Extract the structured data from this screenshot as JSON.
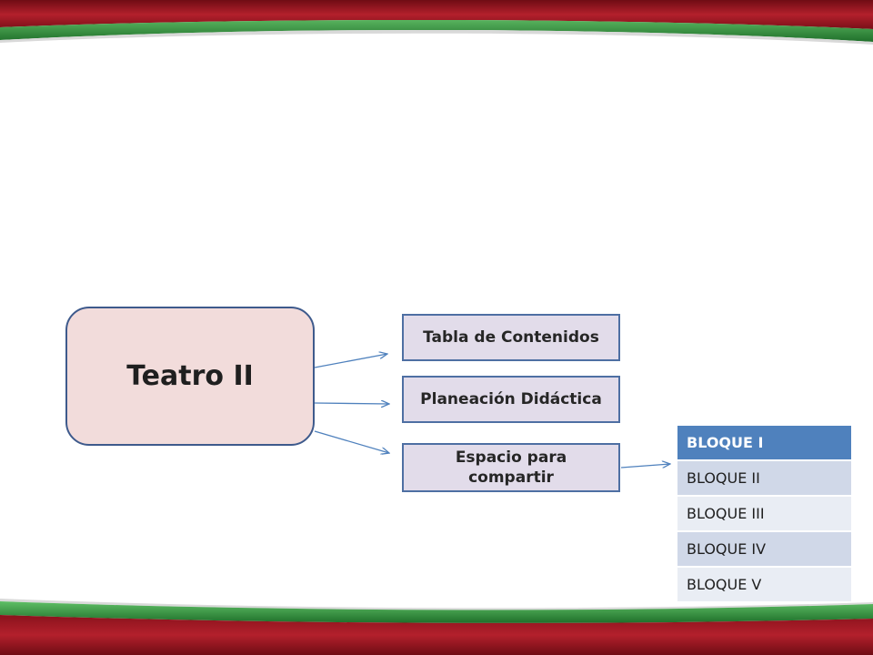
{
  "main_node": {
    "label": "Teatro II"
  },
  "sub_nodes": [
    {
      "label": "Tabla de Contenidos"
    },
    {
      "label": "Planeación Didáctica"
    },
    {
      "label": "Espacio para compartir"
    }
  ],
  "bloques": [
    {
      "label": "BLOQUE I"
    },
    {
      "label": "BLOQUE II"
    },
    {
      "label": "BLOQUE III"
    },
    {
      "label": "BLOQUE IV"
    },
    {
      "label": "BLOQUE V"
    }
  ],
  "colors": {
    "band_red": "#9e1622",
    "band_green": "#2e8b3a",
    "main_fill": "#f2dcdb",
    "main_border": "#3e5a8c",
    "sub_fill": "#e2dcea",
    "table_header": "#4f81bd",
    "connector": "#4f81bd"
  }
}
